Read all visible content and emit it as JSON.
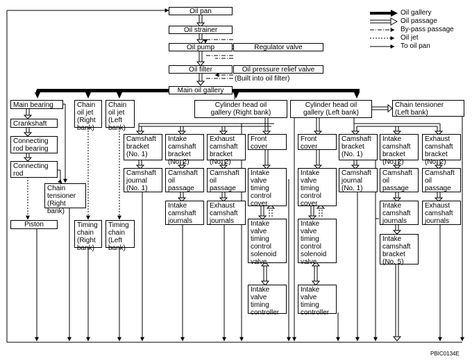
{
  "legend": {
    "oil_gallery": "Oil gallery",
    "oil_passage": "Oil passage",
    "bypass": "By-pass passage",
    "oil_jet": "Oil jet",
    "to_oil_pan": "To oil pan"
  },
  "nodes": {
    "oil_pan": "Oil pan",
    "oil_strainer": "Oil strainer",
    "oil_pump": "Oil pump",
    "regulator_valve": "Regulator valve",
    "oil_filter": "Oil filter",
    "relief_valve": "Oil pressure relief valve",
    "relief_note": "(Built into oil filter)",
    "main_gallery": "Main oil gallery",
    "main_bearing": "Main bearing",
    "crankshaft": "Crankshaft",
    "conrod_bearing": "Connecting\nrod bearing",
    "conrod": "Connecting\nrod",
    "piston": "Piston",
    "chain_tensioner_rb": "Chain\ntensioner\n(Right\nbank)",
    "chain_jet_rb": "Chain\noil jet\n(Right\nbank)",
    "chain_jet_lb": "Chain\noil jet\n(Left\nbank)",
    "timing_chain_rb": "Timing\nchain\n(Right\nbank)",
    "timing_chain_lb": "Timing\nchain\n(Left\nbank)",
    "head_gallery_rb": "Cylinder head oil\ngallery (Right bank)",
    "head_gallery_lb": "Cylinder head oil\ngallery (Left bank)",
    "chain_tensioner_lb": "Chain tensioner\n(Left bank)",
    "r_cam_bracket1": "Camshaft\nbracket\n(No. 1)",
    "r_cam_journal1": "Camshaft\njournal\n(No. 1)",
    "r_int_bracket2": "Intake\ncamshaft\nbracket\n(No. 2)",
    "r_int_passage": "Camshaft\noil\npassage",
    "r_int_journals": "Intake\ncamshaft\njournals",
    "r_exh_bracket2": "Exhaust\ncamshaft\nbracket\n(No. 2)",
    "r_exh_passage": "Camshaft\noil\npassage",
    "r_exh_journals": "Exhaust\ncamshaft\njournals",
    "r_front_cover": "Front\ncover",
    "r_ivtc_cover": "Intake\nvalve\ntiming\ncontrol\ncover",
    "r_ivtc_solenoid": "Intake\nvalve\ntiming\ncontrol\nsolenoid\nvalve",
    "r_ivtc_controller": "Intake\nvalve\ntiming\ncontroller",
    "l_front_cover": "Front\ncover",
    "l_ivtc_cover": "Intake\nvalve\ntiming\ncontrol\ncover",
    "l_ivtc_solenoid": "Intake\nvalve\ntiming\ncontrol\nsolenoid\nvalve",
    "l_ivtc_controller": "Intake\nvalve\ntiming\ncontroller",
    "l_cam_bracket1": "Camshaft\nbracket\n(No. 1)",
    "l_cam_journal1": "Camshaft\njournal\n(No. 1)",
    "l_int_bracket2": "Intake\ncamshaft\nbracket\n(No. 2)",
    "l_int_passage": "Camshaft\noil\npassage",
    "l_int_journals": "Intake\ncamshaft\njournals",
    "l_int_bracket5": "Intake\ncamshaft\nbracket\n(No. 5)",
    "l_exh_bracket2": "Exhaust\ncamshaft\nbracket\n(No. 2)",
    "l_exh_passage": "Camshaft\noil\npassage",
    "l_exh_journals": "Exhaust\ncamshaft\njournals"
  },
  "figure_code": "PBIC0134E"
}
